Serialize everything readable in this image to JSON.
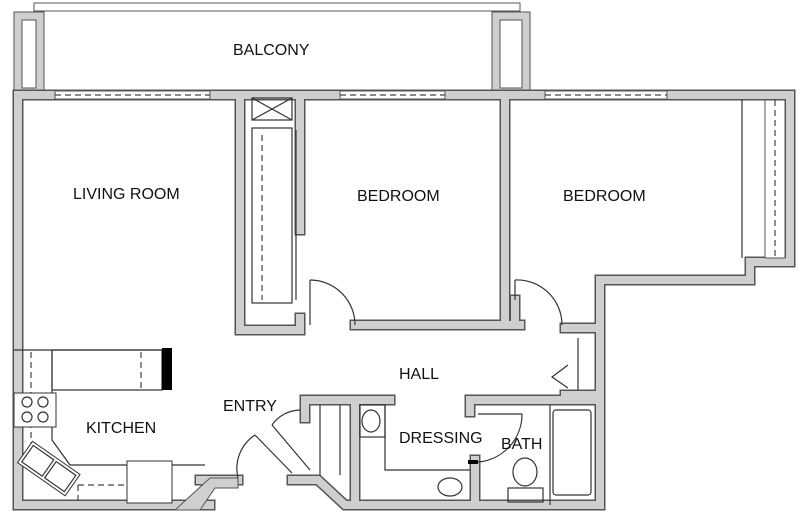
{
  "rooms": {
    "balcony": "BALCONY",
    "living_room": "LIVING ROOM",
    "bedroom_1": "BEDROOM",
    "bedroom_2": "BEDROOM",
    "hall": "HALL",
    "entry": "ENTRY",
    "kitchen": "KITCHEN",
    "dressing": "DRESSING",
    "bath": "BATH"
  },
  "colors": {
    "wall_fill": "#cfcfcf",
    "wall_outline": "#555555"
  }
}
